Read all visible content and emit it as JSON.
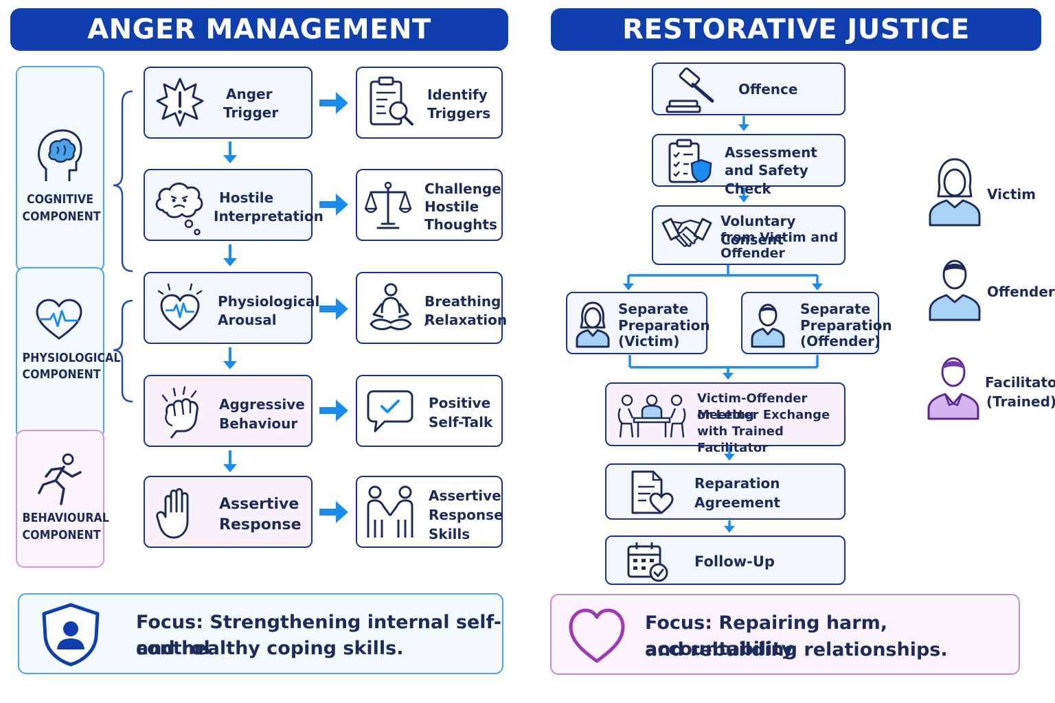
{
  "anger_management": {
    "title": "ANGER MANAGEMENT",
    "components": [
      {
        "label_l1": "COGNITIVE",
        "label_l2": "COMPONENT"
      },
      {
        "label_l1": "PHYSIOLOGICAL",
        "label_l2": "COMPONENT"
      },
      {
        "label_l1": "BEHAVIOURAL",
        "label_l2": "COMPONENT"
      }
    ],
    "steps": [
      {
        "l1": "Anger",
        "l2": "Trigger"
      },
      {
        "l1": "Hostile",
        "l2": "Interpretation"
      },
      {
        "l1": "Physiological",
        "l2": "Arousal"
      },
      {
        "l1": "Aggressive",
        "l2": "Behaviour"
      },
      {
        "l1": "Assertive",
        "l2": "Response"
      }
    ],
    "skills": [
      {
        "l1": "Identify",
        "l2": "Triggers",
        "l3": ""
      },
      {
        "l1": "Challenge",
        "l2": "Hostile",
        "l3": "Thoughts"
      },
      {
        "l1": "Breathing /",
        "l2": "Relaxation",
        "l3": ""
      },
      {
        "l1": "Positive",
        "l2": "Self-Talk",
        "l3": ""
      },
      {
        "l1": "Assertive",
        "l2": "Response",
        "l3": "Skills"
      }
    ],
    "focus": {
      "l1": "Focus: Strengthening internal self-control",
      "l2": "and healthy coping skills."
    }
  },
  "restorative_justice": {
    "title": "RESTORATIVE JUSTICE",
    "steps": {
      "offence": "Offence",
      "assessment_l1": "Assessment",
      "assessment_l2": "and Safety Check",
      "consent_l1": "Voluntary Consent",
      "consent_l2": "from Victim and",
      "consent_l3": "Offender",
      "prep_victim_l1": "Separate",
      "prep_victim_l2": "Preparation",
      "prep_victim_l3": "(Victim)",
      "prep_offender_l1": "Separate",
      "prep_offender_l2": "Preparation",
      "prep_offender_l3": "(Offender)",
      "meeting_l1": "Victim-Offender Meeting",
      "meeting_l2": "or Letter Exchange",
      "meeting_l3": "with Trained Facilitator",
      "reparation_l1": "Reparation",
      "reparation_l2": "Agreement",
      "followup": "Follow-Up"
    },
    "roles": {
      "victim": "Victim",
      "offender": "Offender",
      "facilitator_l1": "Facilitator",
      "facilitator_l2": "(Trained)"
    },
    "focus": {
      "l1": "Focus: Repairing harm, accountability",
      "l2": "and rebuilding relationships."
    }
  },
  "colors": {
    "navy": "#0f3fae",
    "outline": "#16338f",
    "arrow_blue": "#1a8cf0",
    "light_blue": "#4aa3e6",
    "pink_border": "#d895d8",
    "purple_heart": "#a03ab4"
  },
  "icons": [
    "brain-head-icon",
    "heart-pulse-icon",
    "running-person-icon",
    "burst-icon",
    "clipboard-search-icon",
    "thought-cloud-icon",
    "scales-icon",
    "heart-alert-icon",
    "meditation-icon",
    "fist-icon",
    "chat-check-icon",
    "raised-hand-icon",
    "handshake-people-icon",
    "gavel-icon",
    "checklist-shield-icon",
    "handshake-icon",
    "woman-icon",
    "man-icon",
    "meeting-table-icon",
    "document-heart-icon",
    "calendar-check-icon",
    "shield-person-icon",
    "heart-outline-icon"
  ]
}
